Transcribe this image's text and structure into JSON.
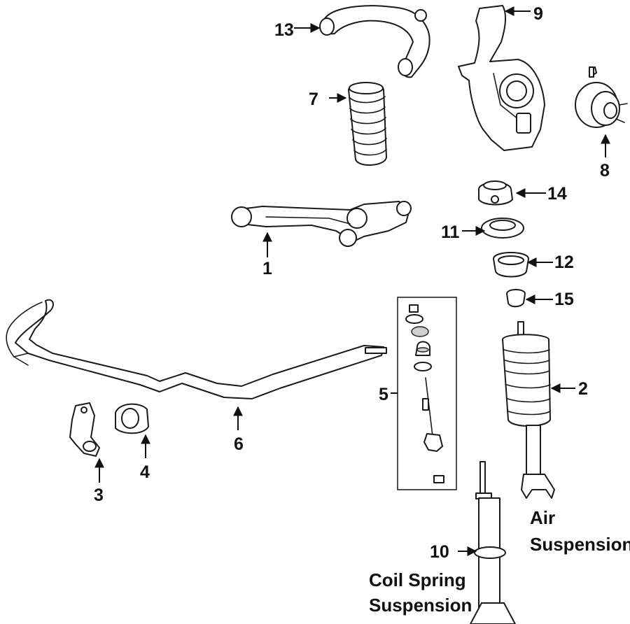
{
  "callouts": {
    "c1": "1",
    "c2": "2",
    "c3": "3",
    "c4": "4",
    "c5": "5",
    "c6": "6",
    "c7": "7",
    "c8": "8",
    "c9": "9",
    "c10": "10",
    "c11": "11",
    "c12": "12",
    "c13": "13",
    "c14": "14",
    "c15": "15"
  },
  "notes": {
    "air_line1": "Air",
    "air_line2": "Suspension",
    "coil_line1": "Coil Spring",
    "coil_line2": "Suspension"
  },
  "colors": {
    "line": "#1a1a1a",
    "background": "#ffffff"
  }
}
